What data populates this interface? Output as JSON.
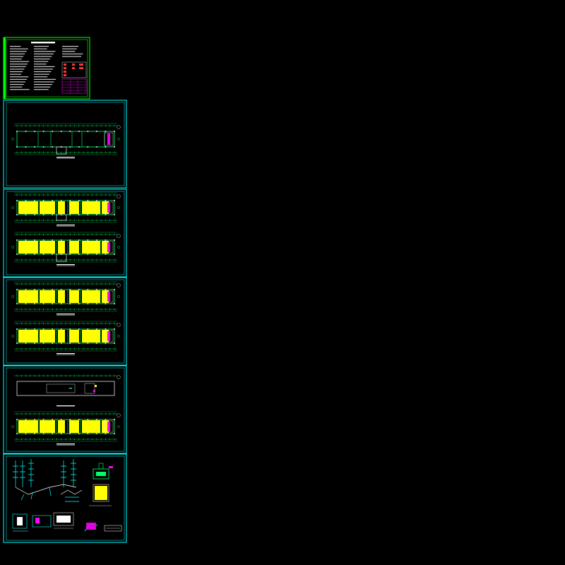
{
  "drawing": {
    "title": "",
    "colors": {
      "background": "#000000",
      "frame_cyan": "#00ffff",
      "frame_green": "#00ff00",
      "wall_green": "#00ff66",
      "fill_yellow": "#ffff00",
      "accent_magenta": "#ff00ff",
      "accent_red": "#ff3333",
      "white": "#ffffff"
    },
    "sheets": [
      {
        "id": "notes",
        "kind": "design-notes"
      },
      {
        "id": "plan-1",
        "kind": "floor-plan"
      },
      {
        "id": "plan-2",
        "kind": "double-floor-plan"
      },
      {
        "id": "plan-3",
        "kind": "double-floor-plan"
      },
      {
        "id": "plan-4",
        "kind": "roof-and-floor-plan"
      },
      {
        "id": "system",
        "kind": "riser-diagram"
      }
    ]
  }
}
